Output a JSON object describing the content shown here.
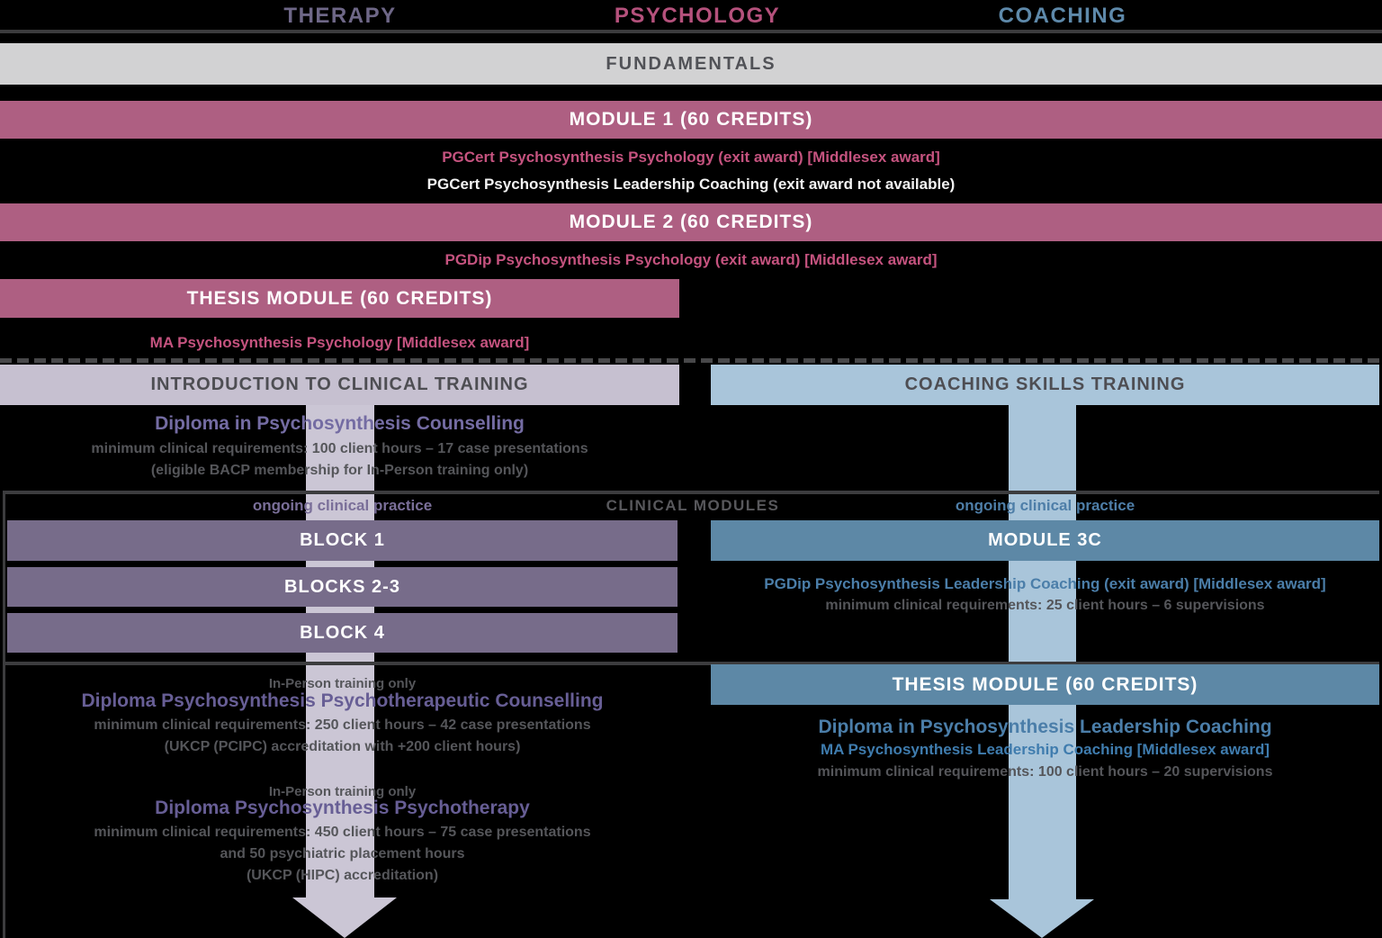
{
  "palette": {
    "background": "#000000",
    "therapy_header": "#6e6787",
    "psychology_header": "#b5517c",
    "coaching_header": "#5e89aa",
    "mauve_bar": "#ae5f82",
    "pink_text": "#c5537f",
    "steel_blue_bar": "#5d88a6",
    "blue_text": "#4b7ea9",
    "muted_purple_bar": "#776c8a",
    "lavender_bar": "#c6c0d0",
    "light_blue_bar": "#a9c5da",
    "purple_text": "#675e95",
    "gray_text": "#55565a",
    "light_gray_bar": "#d2d2d3"
  },
  "columns": {
    "therapy": "THERAPY",
    "psychology": "PSYCHOLOGY",
    "coaching": "COACHING"
  },
  "fundamentals": {
    "label": "FUNDAMENTALS"
  },
  "module1": {
    "label": "MODULE 1 (60 CREDITS)",
    "award1": "PGCert Psychosynthesis Psychology (exit award) [Middlesex award]",
    "award2": "PGCert Psychosynthesis Leadership Coaching (exit award not available)"
  },
  "module2": {
    "label": "MODULE 2 (60 CREDITS)",
    "award1": "PGDip Psychosynthesis Psychology (exit award) [Middlesex award]"
  },
  "thesis_psychology": {
    "label": "THESIS MODULE (60 CREDITS)",
    "award1": "MA Psychosynthesis Psychology [Middlesex award]"
  },
  "intro_clinical": {
    "label": "INTRODUCTION TO CLINICAL TRAINING",
    "diploma": "Diploma in Psychosynthesis Counselling",
    "requirements": "minimum clinical requirements: 100 client hours – 17 case presentations",
    "note": "(eligible BACP membership for In-Person training only)"
  },
  "coaching_skills": {
    "label": "COACHING SKILLS TRAINING"
  },
  "clinical_modules": {
    "heading": "CLINICAL MODULES",
    "ongoing_left": "ongoing clinical practice",
    "ongoing_right": "ongoing clinical practice",
    "blocks": [
      "BLOCK 1",
      "BLOCKS 2-3",
      "BLOCK 4"
    ],
    "module_3c": "MODULE 3C",
    "module_3c_award": "PGDip Psychosynthesis Leadership Coaching (exit award) [Middlesex award]",
    "module_3c_requirements": "minimum clinical requirements: 25 client hours – 6 supervisions"
  },
  "psychotherapeutic_counselling": {
    "note": "In-Person training only",
    "diploma": "Diploma Psychosynthesis Psychotherapeutic Counselling",
    "requirements": "minimum clinical requirements: 250 client hours – 42 case presentations",
    "accreditation": "(UKCP (PCIPC) accreditation with +200 client hours)"
  },
  "psychotherapy": {
    "note": "In-Person training only",
    "diploma": "Diploma Psychosynthesis Psychotherapy",
    "requirements": "minimum clinical requirements: 450 client hours – 75 case presentations",
    "requirements2": "and 50 psychiatric placement hours",
    "accreditation": "(UKCP (HIPC) accreditation)"
  },
  "thesis_coaching": {
    "label": "THESIS MODULE (60 CREDITS)",
    "diploma": "Diploma in Psychosynthesis Leadership Coaching",
    "award": "MA Psychosynthesis Leadership Coaching [Middlesex award]",
    "requirements": "minimum clinical requirements: 100 client hours – 20 supervisions"
  }
}
